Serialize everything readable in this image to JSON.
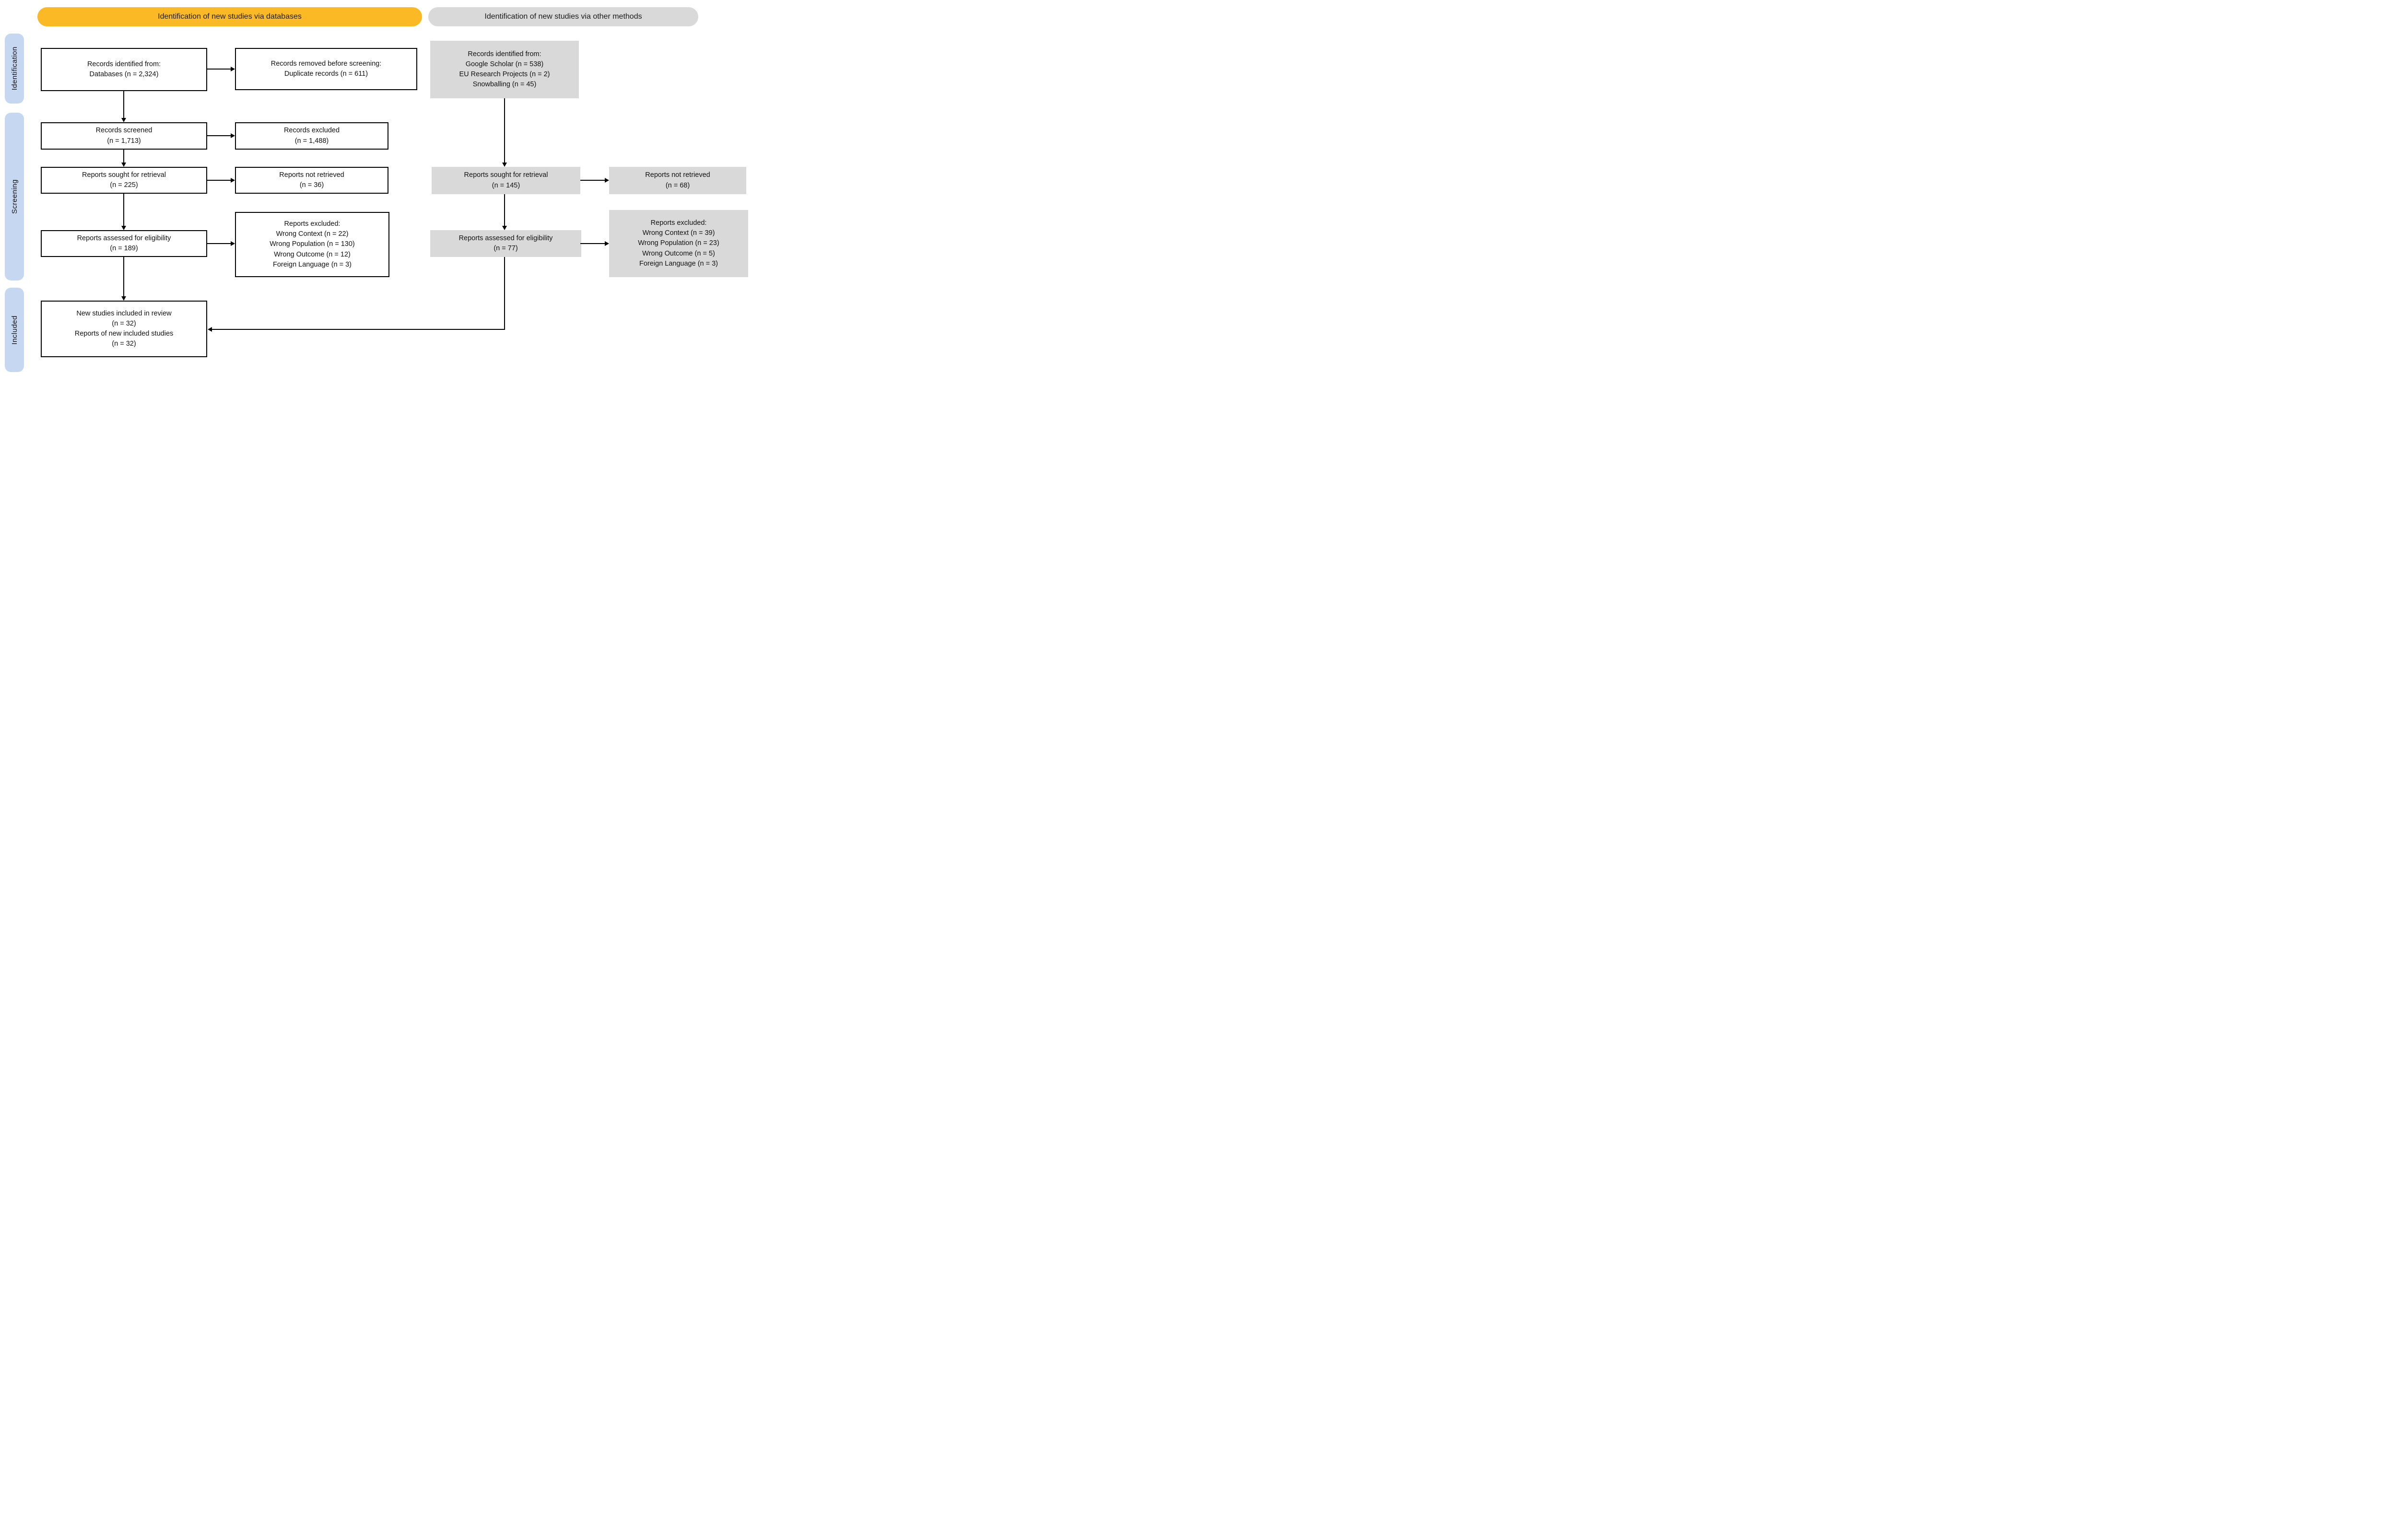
{
  "headers": {
    "databases": "Identification of new studies via databases",
    "other_methods": "Identification of new studies via other methods"
  },
  "stages": {
    "identification": "Identification",
    "screening": "Screening",
    "included": "Included"
  },
  "boxes": {
    "db_records_identified": "Records identified from:\nDatabases (n = 2,324)",
    "db_records_removed": "Records removed before screening:\nDuplicate records (n = 611)",
    "db_records_screened": "Records screened\n(n = 1,713)",
    "db_records_excluded": "Records excluded\n(n = 1,488)",
    "db_reports_sought": "Reports sought for retrieval\n(n = 225)",
    "db_reports_not_retrieved": "Reports not retrieved\n(n = 36)",
    "db_reports_assessed": "Reports assessed for eligibility\n(n = 189)",
    "db_reports_excluded": "Reports excluded:\nWrong Context (n = 22)\nWrong Population (n = 130)\nWrong Outcome (n = 12)\nForeign Language (n = 3)",
    "included_studies": "New studies included in review\n(n = 32)\nReports of new included studies\n(n = 32)",
    "other_records_identified": "Records identified from:\nGoogle Scholar (n = 538)\nEU Research Projects (n = 2)\nSnowballing (n = 45)",
    "other_reports_sought": "Reports sought for retrieval\n(n = 145)",
    "other_reports_not_retrieved": "Reports not retrieved\n(n = 68)",
    "other_reports_assessed": "Reports assessed for eligibility\n(n = 77)",
    "other_reports_excluded": "Reports excluded:\nWrong Context (n = 39)\nWrong Population (n = 23)\nWrong Outcome (n = 5)\nForeign Language (n = 3)"
  },
  "colors": {
    "header_databases": "#FBBA25",
    "header_other_methods": "#D9D9D9",
    "stage_sidebar": "#C5D7F1",
    "gray_box": "#D9D9D9",
    "white_box_border": "#000000",
    "arrow": "#000000"
  }
}
